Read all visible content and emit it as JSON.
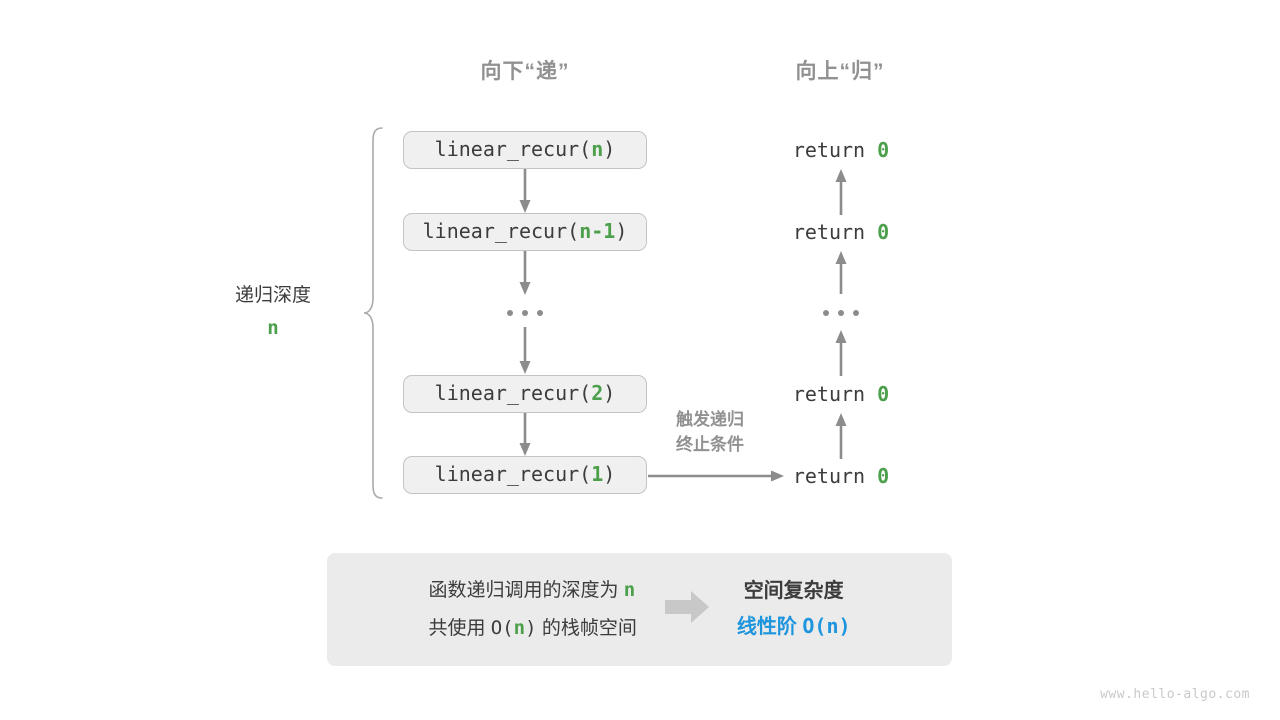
{
  "headers": {
    "down": "向下“递”",
    "up": "向上“归”"
  },
  "depth_bracket": {
    "label": "递归深度",
    "value": "n"
  },
  "call_stack": [
    {
      "prefix": "linear_recur(",
      "arg": "n",
      "suffix": ")"
    },
    {
      "prefix": "linear_recur(",
      "arg": "n-1",
      "suffix": ")"
    },
    {
      "prefix": "linear_recur(",
      "arg": "2",
      "suffix": ")"
    },
    {
      "prefix": "linear_recur(",
      "arg": "1",
      "suffix": ")"
    }
  ],
  "ellipsis": "...",
  "returns": [
    {
      "keyword": "return",
      "value": "0"
    },
    {
      "keyword": "return",
      "value": "0"
    },
    {
      "keyword": "return",
      "value": "0"
    },
    {
      "keyword": "return",
      "value": "0"
    }
  ],
  "side_note": {
    "line1": "触发递归",
    "line2": "终止条件"
  },
  "summary": {
    "left_line1_a": "函数递归调用的深度为",
    "left_line1_n": "n",
    "left_line2_a": "共使用",
    "left_line2_o": "O(",
    "left_line2_n": "n",
    "left_line2_c": ")",
    "left_line2_b": "的栈帧空间",
    "arrow_icon": "thick-right-arrow-icon",
    "right_title": "空间复杂度",
    "right_value_a": "线性阶",
    "right_value_b": "O(n)"
  },
  "watermark": "www.hello-algo.com",
  "colors": {
    "green": "#4ca04c",
    "blue": "#1e95dd",
    "gray_text": "#919191",
    "box_fill": "#f0f0f0",
    "box_border": "#c4c4c4",
    "panel_fill": "#ebebeb",
    "arrow": "#8c8c8c",
    "watermark": "#c9c9c9"
  }
}
